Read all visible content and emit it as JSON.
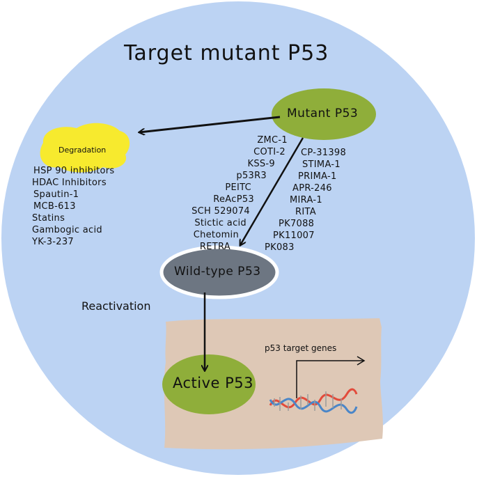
{
  "title": "Target mutant P53",
  "nodes": {
    "mutant": "Mutant P53",
    "degradation": "Degradation",
    "wildtype": "Wild-type P53",
    "active": "Active P53"
  },
  "labels": {
    "reactivation": "Reactivation",
    "target_genes": "p53 target genes"
  },
  "degradation_drugs": [
    "HSP 90 inhibitors",
    "HDAC Inhibitors",
    "Spautin-1",
    "MCB-613",
    "Statins",
    "Gambogic acid",
    "YK-3-237"
  ],
  "reactivation_drugs_left": [
    "ZMC-1",
    "COTI-2",
    "KSS-9",
    "p53R3",
    "PEITC",
    "ReAcP53",
    "SCH 529074",
    "Stictic acid",
    "Chetomin",
    "RETRA"
  ],
  "reactivation_drugs_right": [
    "CP-31398",
    "STIMA-1",
    "PRIMA-1",
    "APR-246",
    "MIRA-1",
    "RITA",
    "PK7088",
    "PK11007",
    "PK083"
  ],
  "colors": {
    "circle": "#bcd3f3",
    "mutant": "#8fae3a",
    "active": "#8fae3a",
    "wildtype": "#6d7682",
    "degradation": "#f7ea2e",
    "cell": "#dec8b6"
  }
}
